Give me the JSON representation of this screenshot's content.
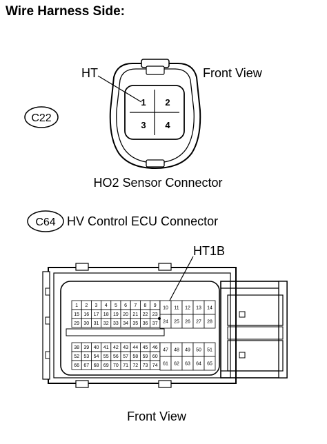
{
  "heading": "Wire Harness Side:",
  "connector_c22": {
    "code": "C22",
    "pin_callout": "HT",
    "view_label": "Front View",
    "pins": [
      "1",
      "2",
      "3",
      "4"
    ],
    "caption": "HO2 Sensor Connector"
  },
  "connector_c64": {
    "code": "C64",
    "title": "HV Control ECU Connector",
    "pin_callout": "HT1B",
    "view_label": "Front View",
    "pins": {
      "block_a_row1": [
        "1",
        "2",
        "3",
        "4",
        "5",
        "6",
        "7",
        "8",
        "9"
      ],
      "block_a_row2": [
        "15",
        "16",
        "17",
        "18",
        "19",
        "20",
        "21",
        "22",
        "23"
      ],
      "block_a_row3": [
        "29",
        "30",
        "31",
        "32",
        "33",
        "34",
        "35",
        "36",
        "37"
      ],
      "block_b_row1": [
        "10",
        "11",
        "12",
        "13",
        "14"
      ],
      "block_b_row2": [
        "24",
        "25",
        "26",
        "27",
        "28"
      ],
      "block_c_row1": [
        "38",
        "39",
        "40",
        "41",
        "42",
        "43",
        "44",
        "45",
        "46"
      ],
      "block_c_row2": [
        "52",
        "53",
        "54",
        "55",
        "56",
        "57",
        "58",
        "59",
        "60"
      ],
      "block_c_row3": [
        "66",
        "67",
        "68",
        "69",
        "70",
        "71",
        "72",
        "73",
        "74"
      ],
      "block_d_row1": [
        "47",
        "48",
        "49",
        "50",
        "51"
      ],
      "block_d_row2": [
        "61",
        "62",
        "63",
        "64",
        "65"
      ]
    }
  }
}
